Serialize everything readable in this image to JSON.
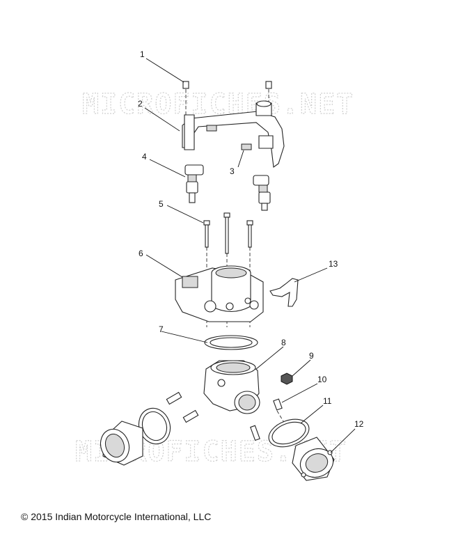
{
  "watermark": "MICROFICHES.NET",
  "copyright": "© 2015 Indian Motorcycle International, LLC",
  "callouts": [
    "1",
    "2",
    "3",
    "4",
    "5",
    "6",
    "7",
    "8",
    "9",
    "10",
    "11",
    "12",
    "13"
  ]
}
